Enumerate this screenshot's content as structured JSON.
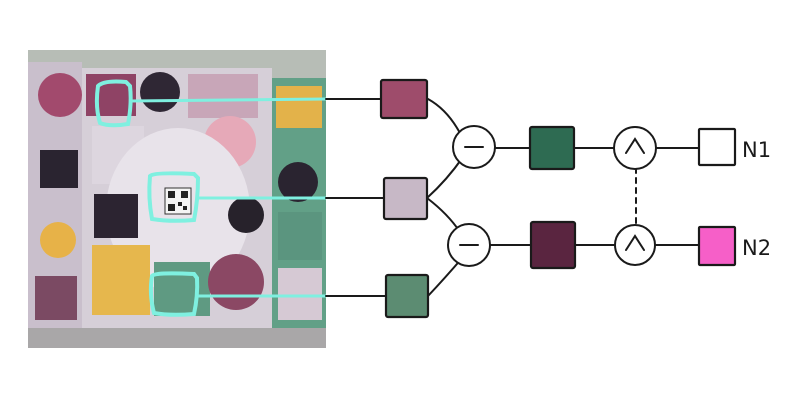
{
  "photo": {
    "description_icon": "geometric-poster-photo-icon",
    "background": "#b7bdb6",
    "panel_colors": [
      "#9a4868",
      "#2b2333",
      "#d8d2d9",
      "#c8c1cd",
      "#e4b54b",
      "#5f9e87",
      "#e7a9b6",
      "#3f2c3a"
    ],
    "highlight_color": "#7ff0e0"
  },
  "nodes": {
    "feature_1": {
      "color": "#9e4c6b"
    },
    "feature_2": {
      "color": "#c7b8c6"
    },
    "feature_3": {
      "color": "#5c8c72"
    },
    "op_1": {
      "symbol": "minus"
    },
    "op_2": {
      "symbol": "minus"
    },
    "mid_1": {
      "color": "#2e6b52"
    },
    "mid_2": {
      "color": "#5a2540"
    },
    "and_1": {
      "symbol": "logical-and"
    },
    "and_2": {
      "symbol": "logical-and"
    }
  },
  "outputs": {
    "n1": {
      "label": "N1",
      "color": "#ffffff"
    },
    "n2": {
      "label": "N2",
      "color": "#f65fc8"
    }
  }
}
